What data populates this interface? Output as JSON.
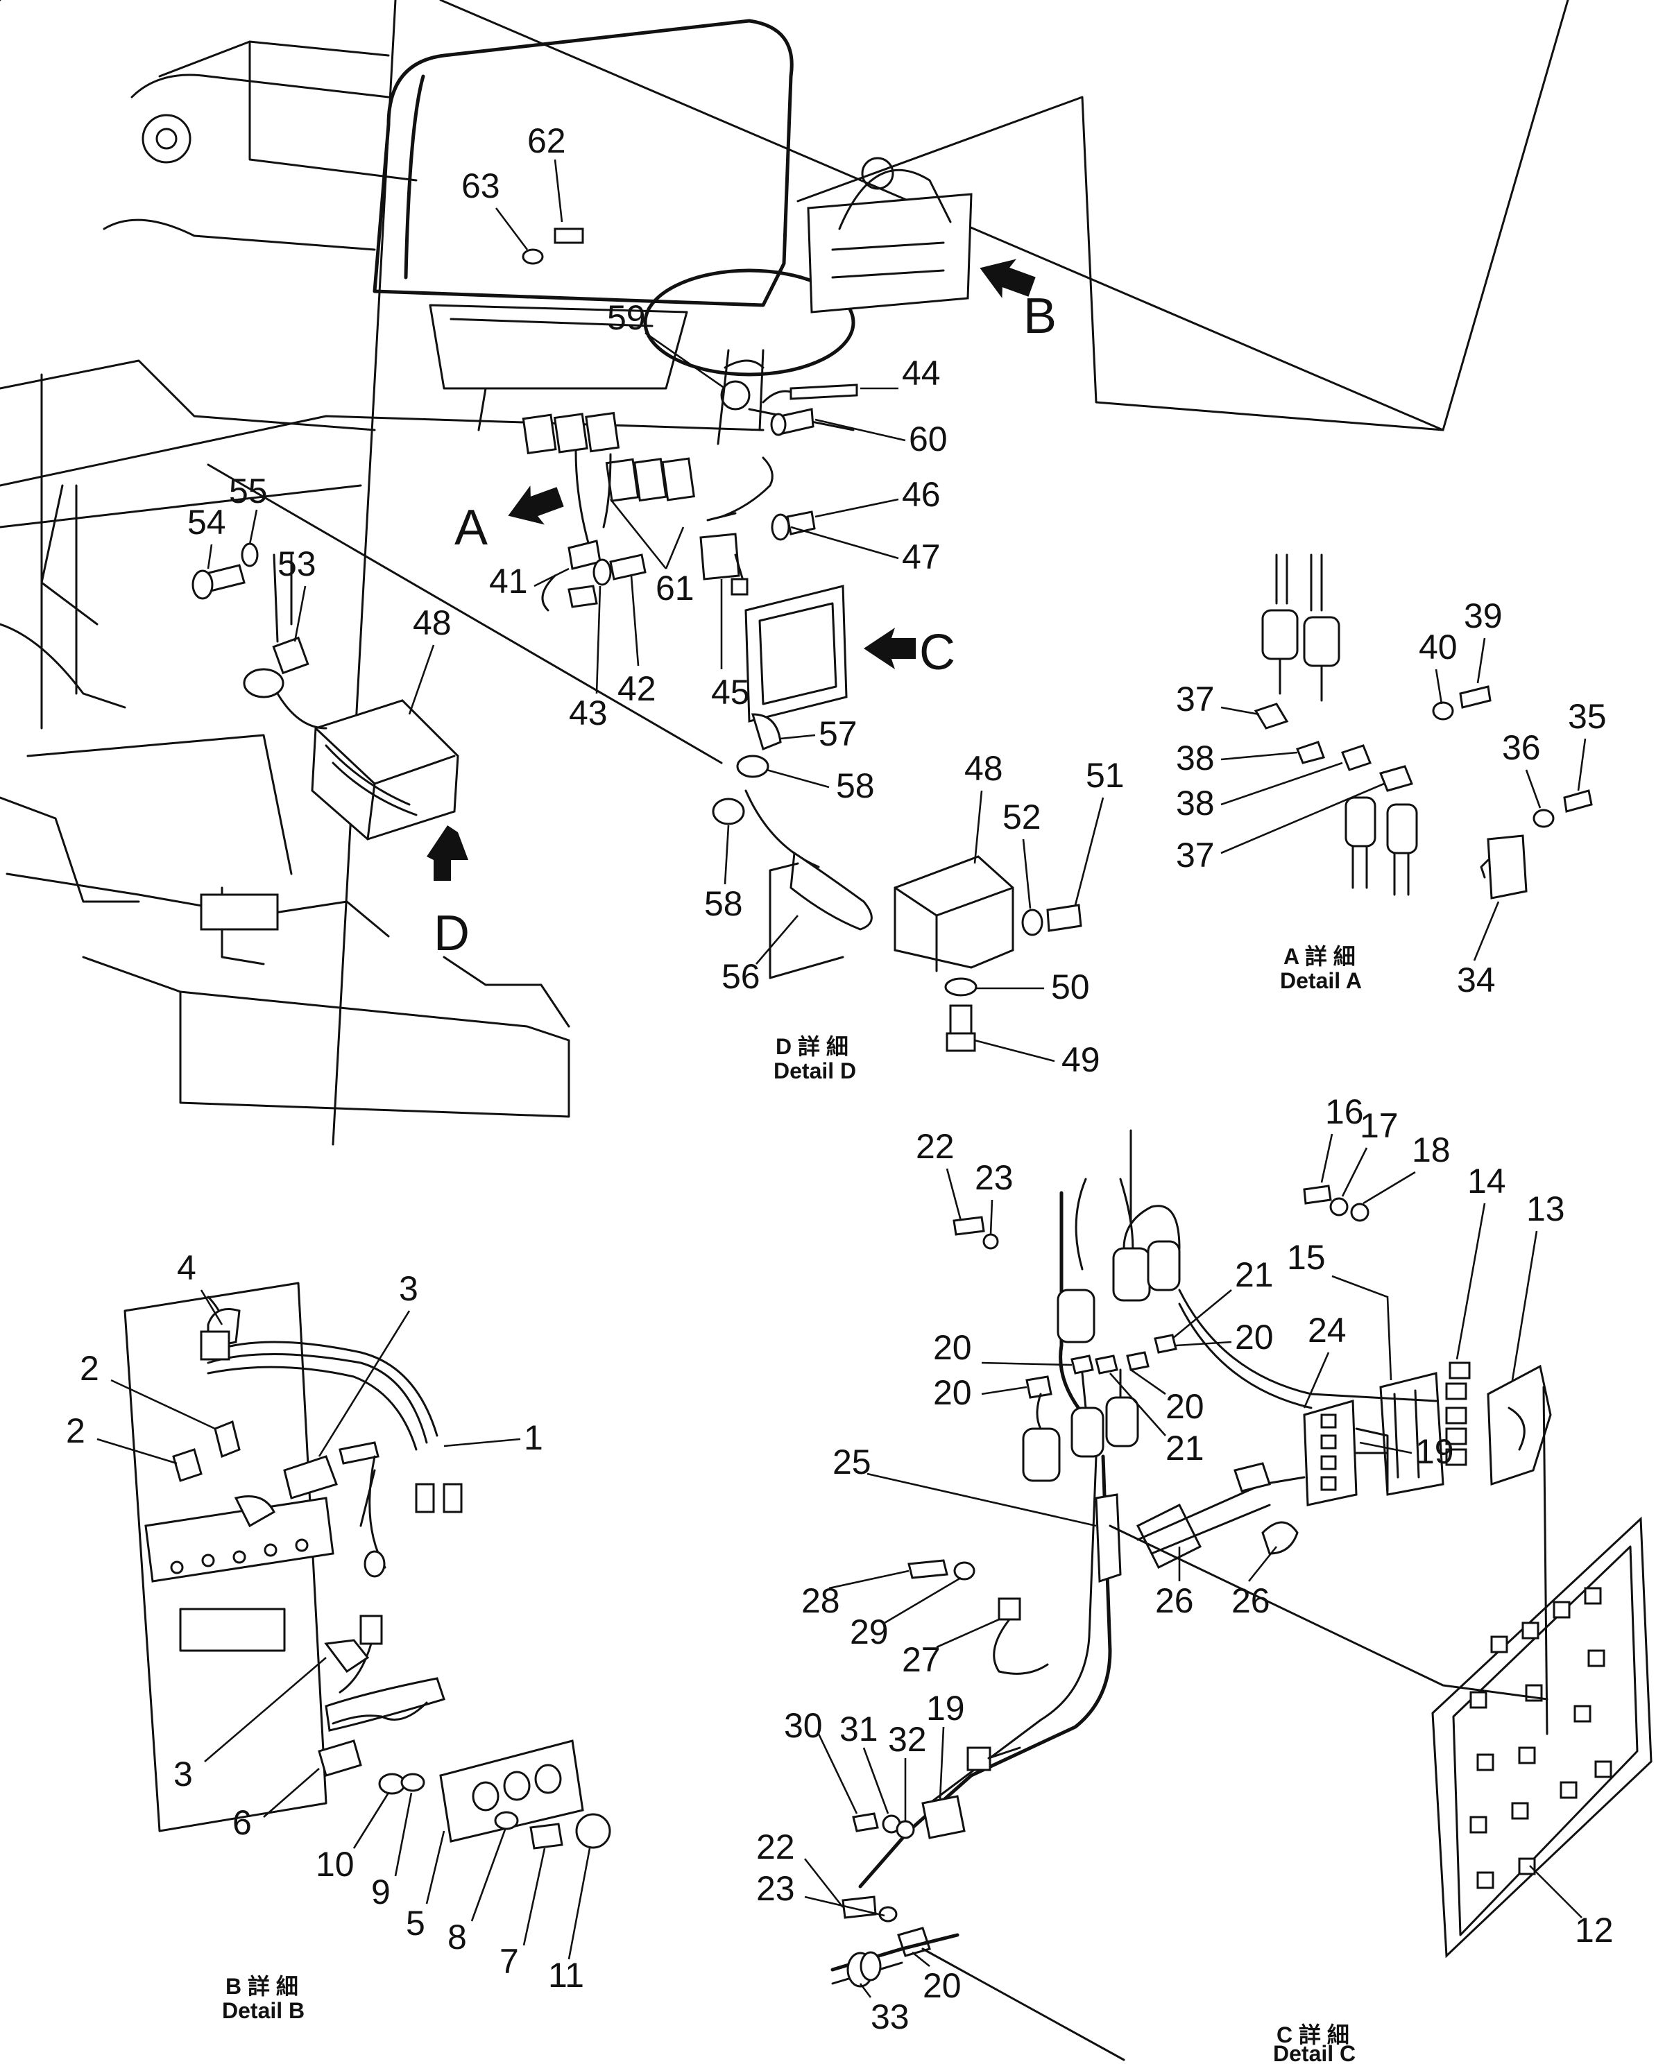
{
  "views": {
    "A": {
      "arrow_label": "A",
      "caption_jp": "A 詳 細",
      "caption_en": "Detail A"
    },
    "B": {
      "arrow_label": "B",
      "caption_jp": "B 詳 細",
      "caption_en": "Detail B"
    },
    "C": {
      "arrow_label": "C",
      "caption_jp": "C 詳 細",
      "caption_en": "Detail C"
    },
    "D": {
      "arrow_label": "D",
      "caption_jp": "D 詳 細",
      "caption_en": "Detail D"
    }
  },
  "callouts": {
    "main": [
      "62",
      "63",
      "59",
      "44",
      "60",
      "46",
      "47",
      "55",
      "54",
      "53",
      "41",
      "61",
      "43",
      "42",
      "45",
      "48"
    ],
    "detail_d": [
      "57",
      "58",
      "48",
      "51",
      "52",
      "58",
      "56",
      "50",
      "49"
    ],
    "detail_a": [
      "39",
      "40",
      "37",
      "38",
      "38",
      "37",
      "35",
      "36",
      "34"
    ],
    "detail_b": [
      "4",
      "3",
      "2",
      "2",
      "1",
      "3",
      "6",
      "10",
      "9",
      "5",
      "8",
      "7",
      "11"
    ],
    "detail_c": [
      "16",
      "17",
      "18",
      "22",
      "23",
      "14",
      "13",
      "15",
      "21",
      "20",
      "20",
      "24",
      "20",
      "20",
      "21",
      "19",
      "25",
      "28",
      "29",
      "26",
      "26",
      "27",
      "30",
      "31",
      "32",
      "19",
      "22",
      "23",
      "20",
      "12",
      "33"
    ]
  }
}
